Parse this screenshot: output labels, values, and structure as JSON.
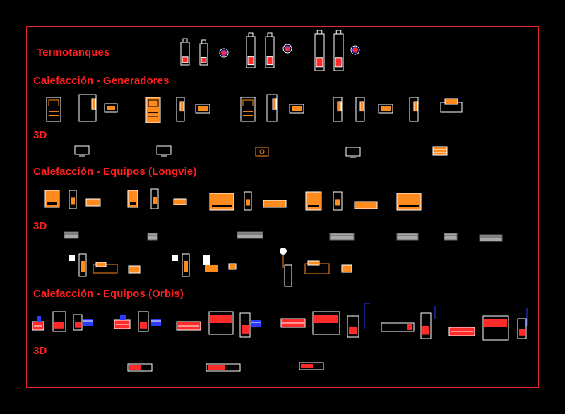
{
  "headings": {
    "termotanques": "Termotanques",
    "generadores": "Calefacción - Generadores",
    "gen_3d": "3D",
    "longvie": "Calefacción - Equipos (Longvie)",
    "longvie_3d": "3D",
    "orbis": "Calefacción - Equipos (Orbis)",
    "orbis_3d": "3D"
  },
  "colors": {
    "frame": "#e8242c",
    "heading": "#ff1f1f",
    "orange": "#ff8a1e",
    "white": "#ffffff",
    "red": "#ff2a2a",
    "blue": "#2b3cff",
    "gray": "#a8a8a8"
  }
}
